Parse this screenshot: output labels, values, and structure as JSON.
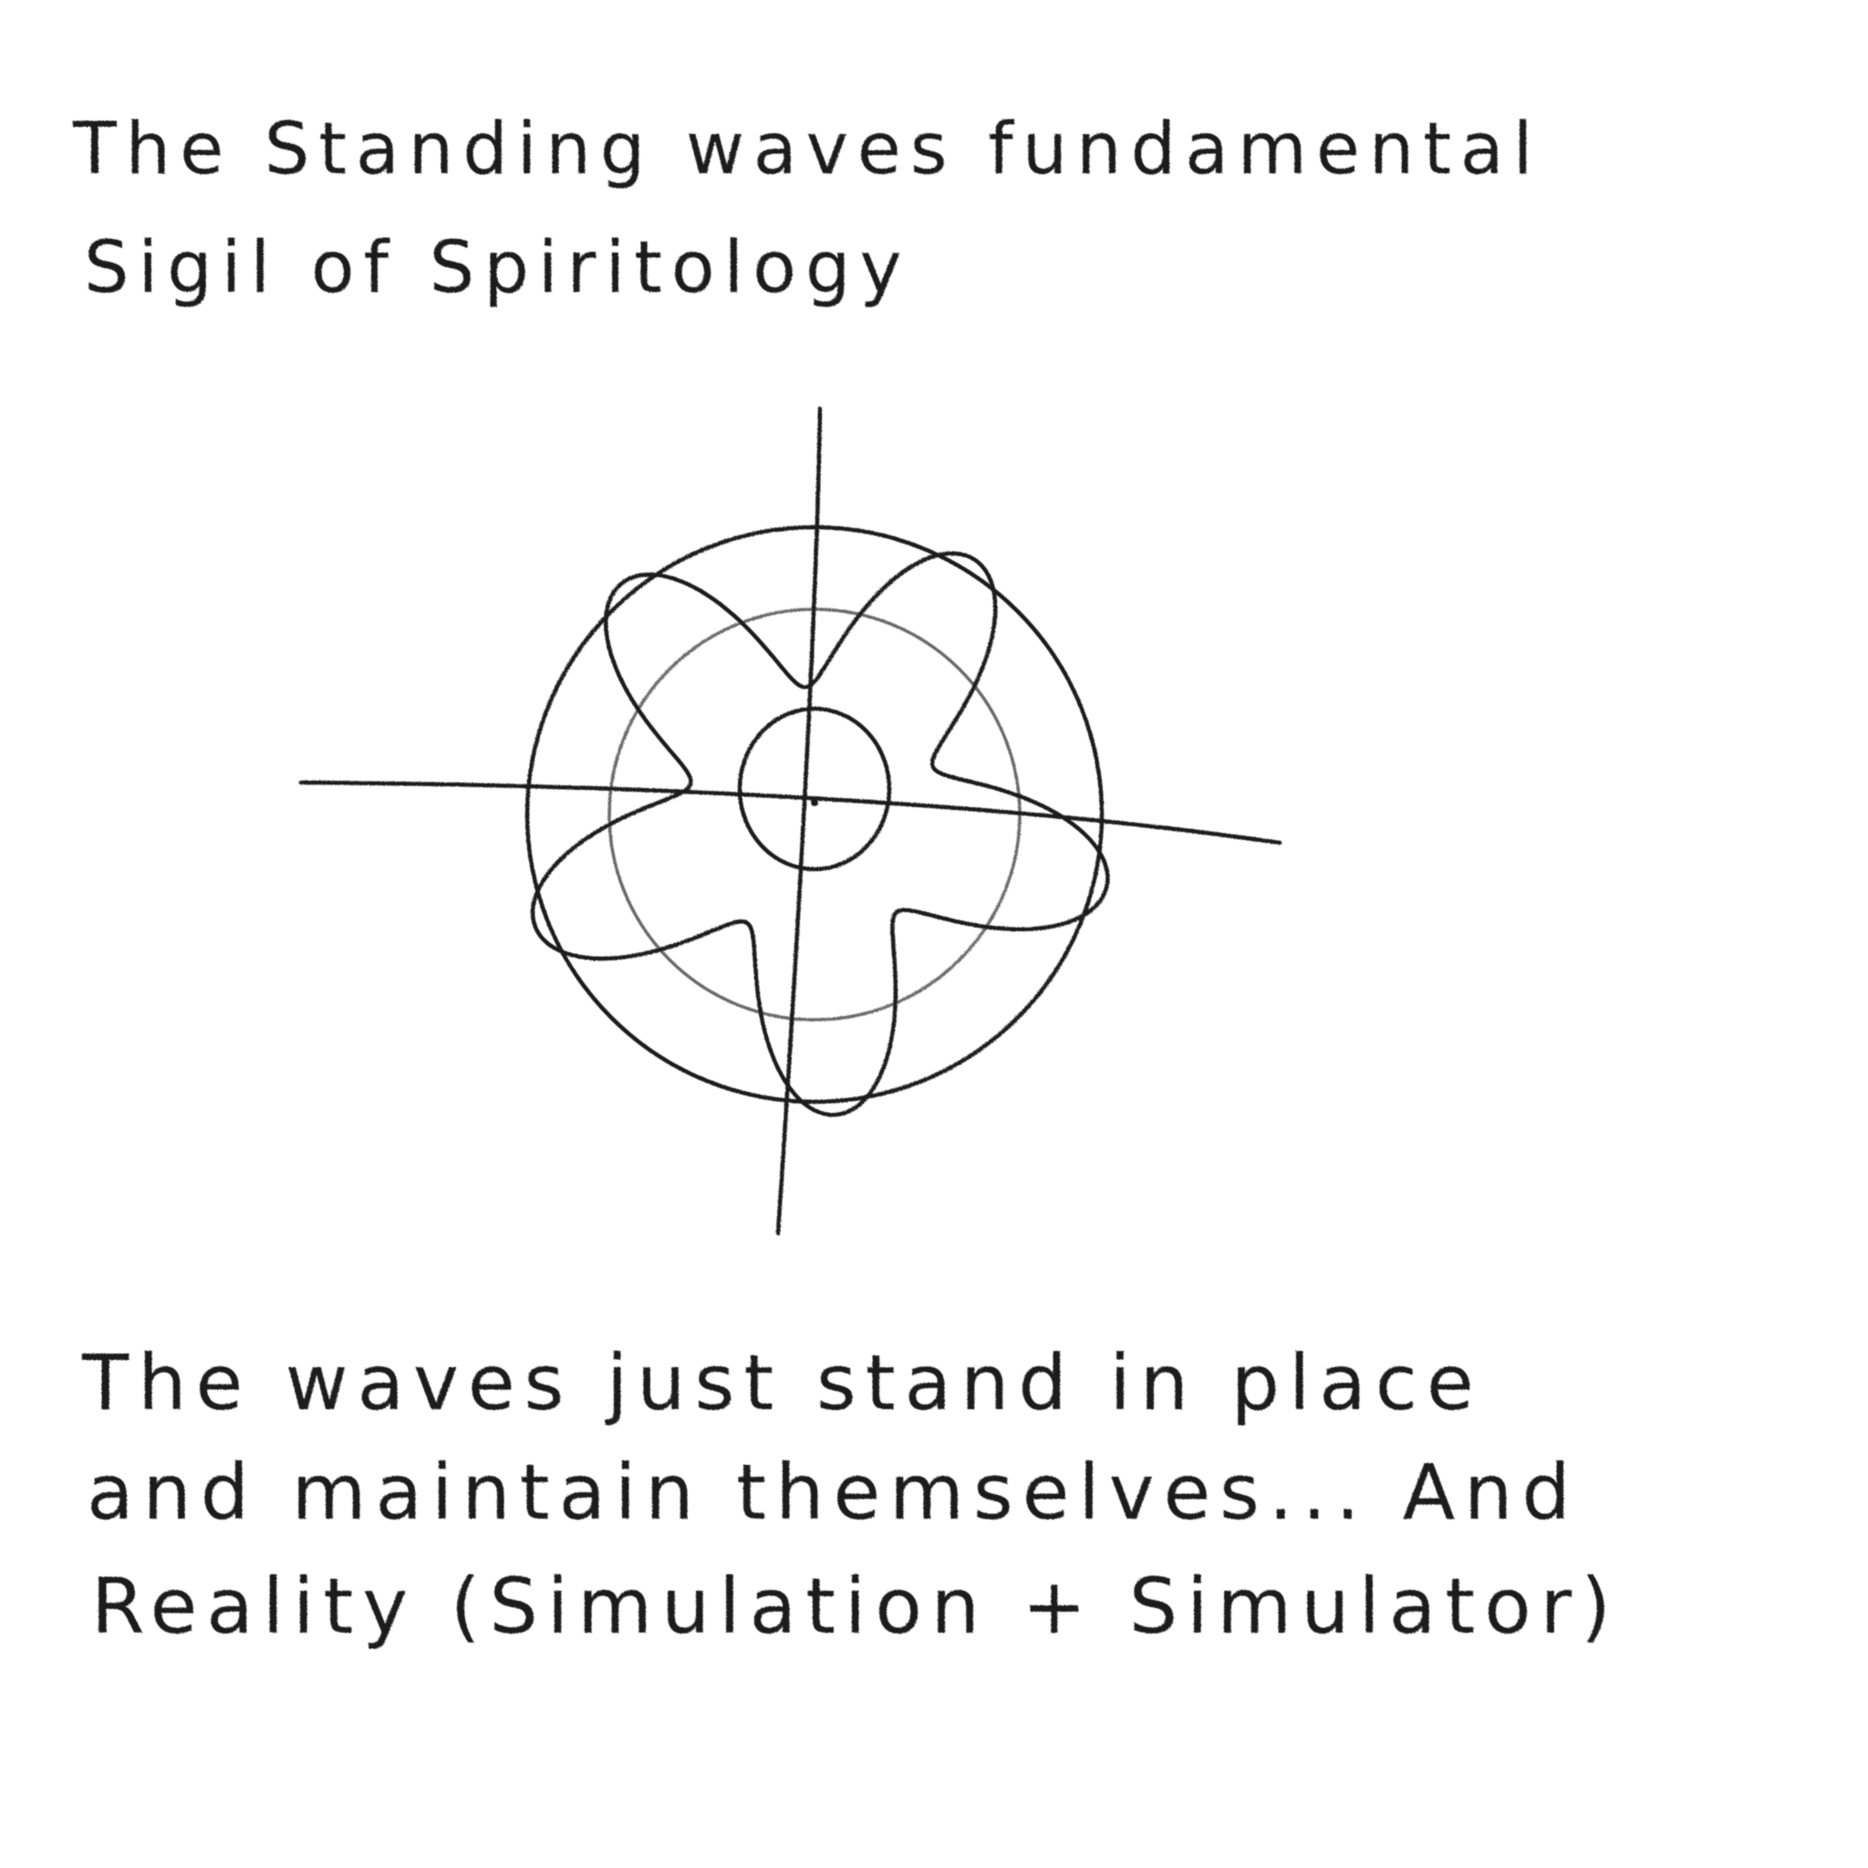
{
  "title": {
    "line1": "The Standing waves fundamental",
    "line2": "Sigil of Spiritology"
  },
  "sigil": {
    "petal_count": 5,
    "ink_color": "#1c1c1c",
    "inner_ring_color": "#6a6a6a"
  },
  "caption": {
    "line1": "The waves just stand in place",
    "line2": "and maintain themselves... And",
    "line3": "Reality (Simulation + Simulator)"
  }
}
